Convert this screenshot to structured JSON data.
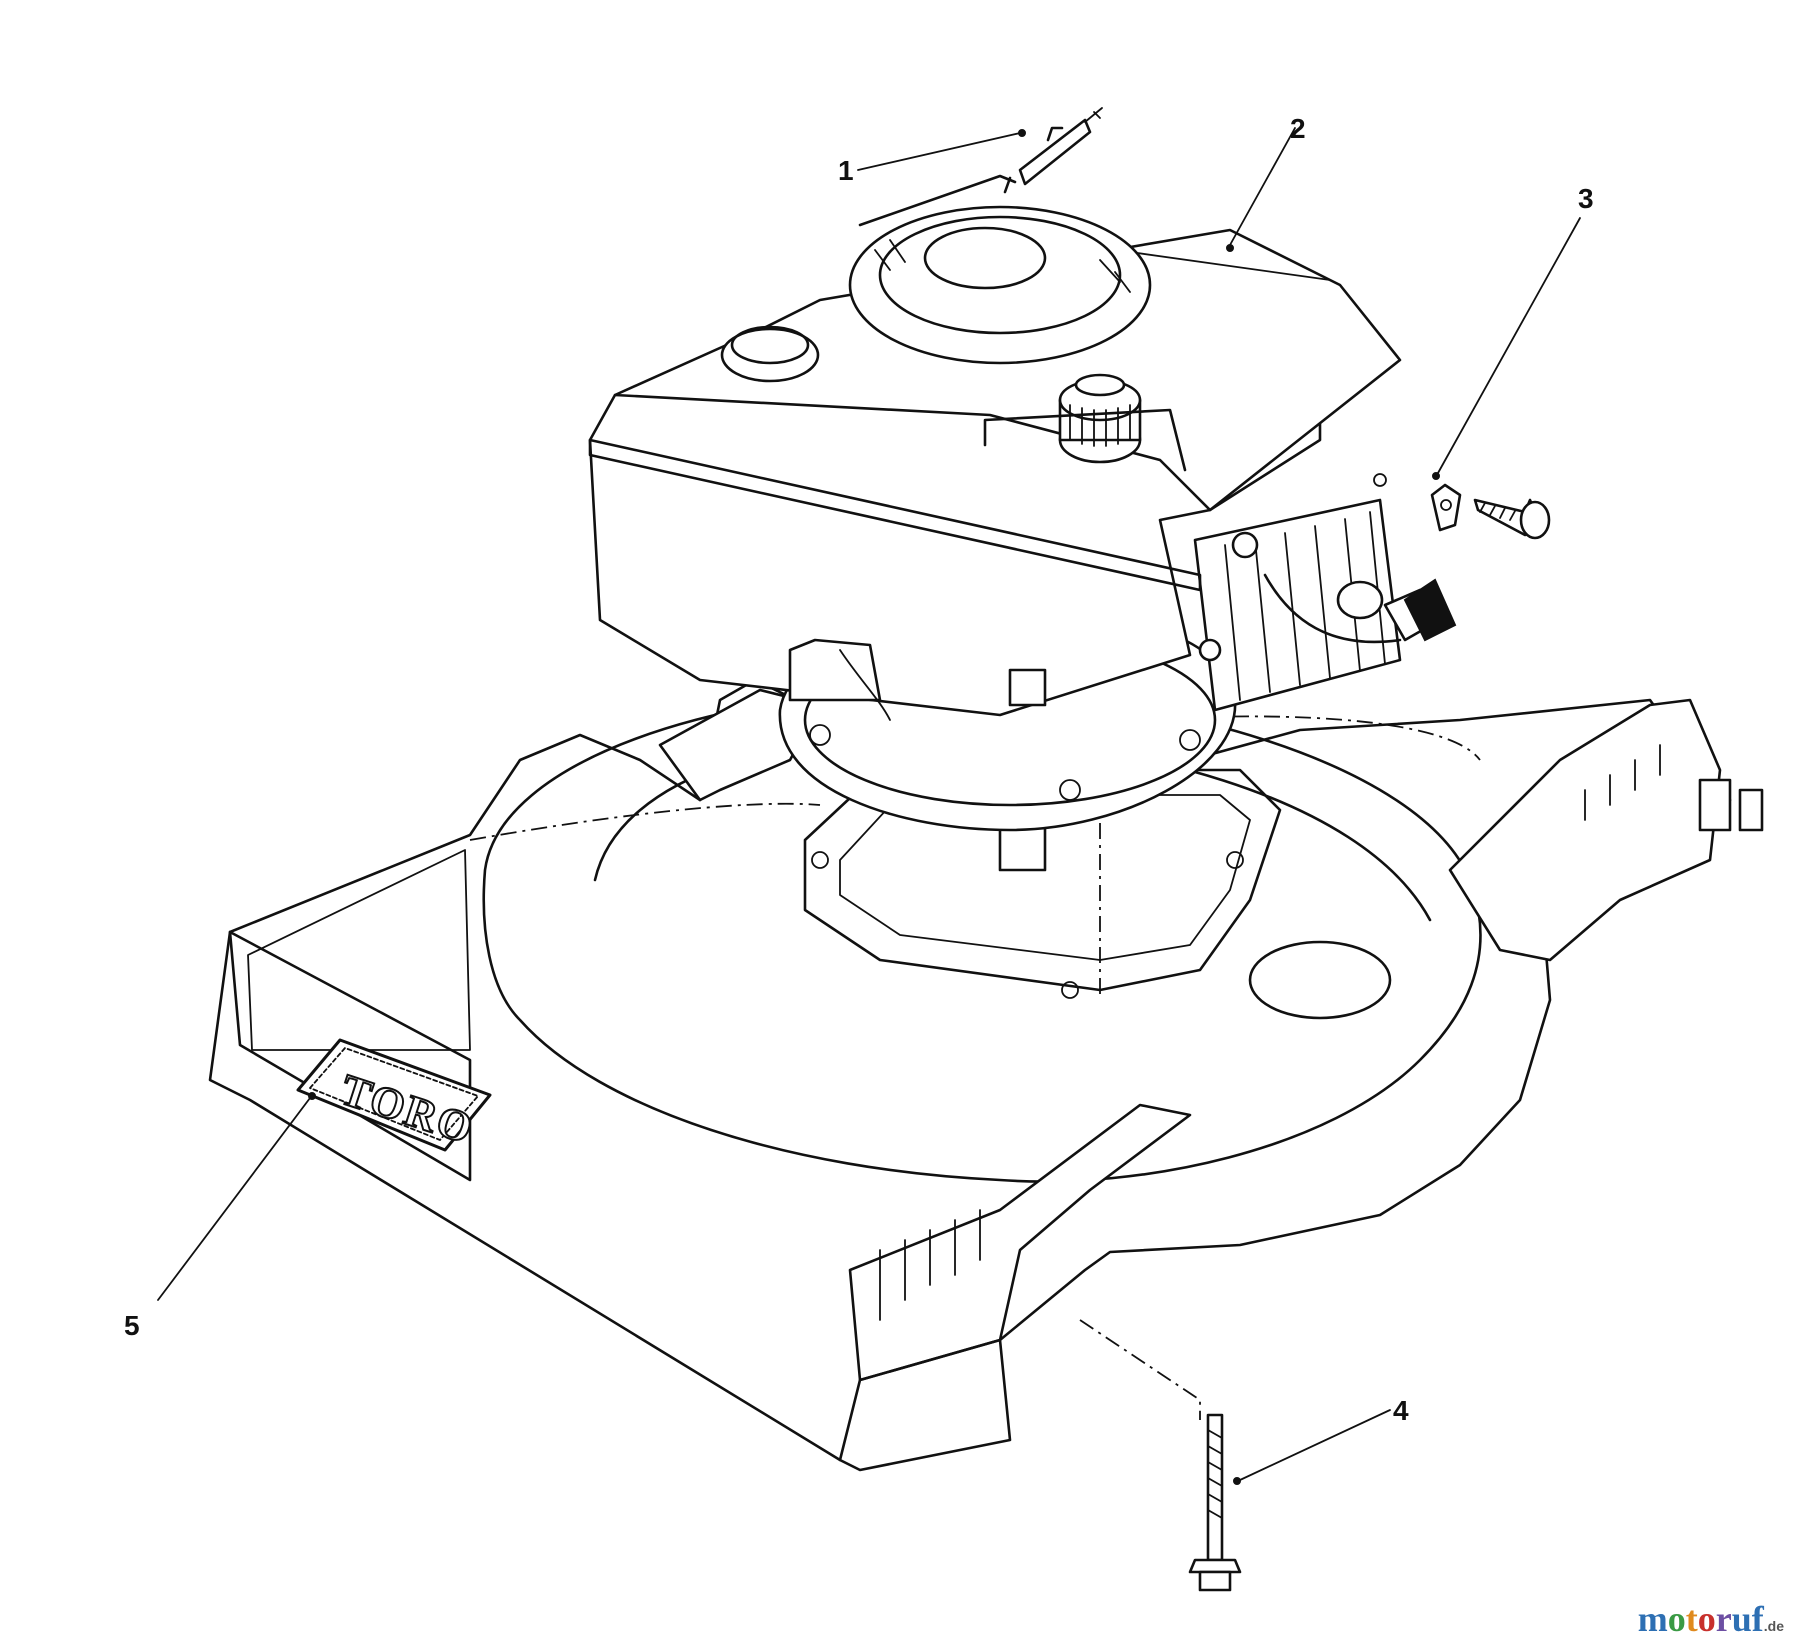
{
  "callouts": [
    {
      "id": "1",
      "label": "1"
    },
    {
      "id": "2",
      "label": "2"
    },
    {
      "id": "3",
      "label": "3"
    },
    {
      "id": "4",
      "label": "4"
    },
    {
      "id": "5",
      "label": "5"
    }
  ],
  "decal": {
    "brand": "TORO"
  },
  "watermark": {
    "letters": [
      "m",
      "o",
      "t",
      "o",
      "r",
      "u",
      "f"
    ],
    "tld": ".de"
  },
  "colors": {
    "line": "#111111",
    "background": "#ffffff"
  }
}
